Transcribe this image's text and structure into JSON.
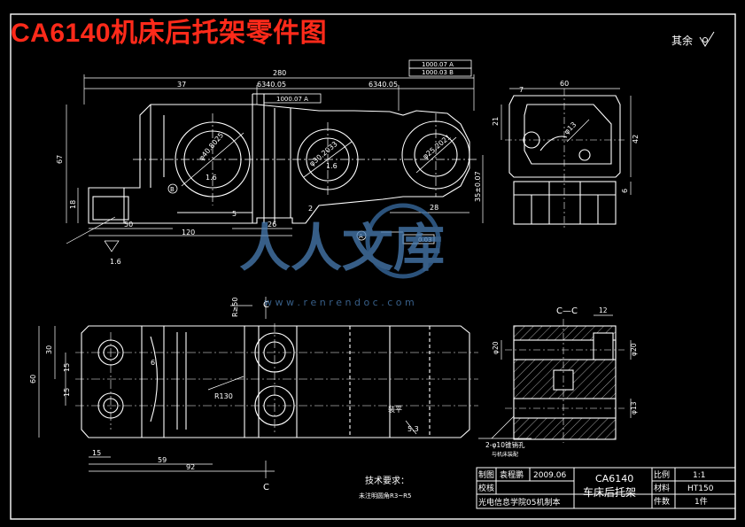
{
  "title": "CA6140机床后托架零件图",
  "roughness_note": "其余",
  "watermark": {
    "main": "人人文库",
    "url": "w w w . r e n r e n d o c . c o m"
  },
  "section_label": "C—C",
  "cut_mark": "C",
  "datum_a": "A",
  "datum_b": "B",
  "dims": {
    "d280": "280",
    "d37": "37",
    "d6340a": "6340.05",
    "d6340b": "6340.05",
    "d67": "67",
    "d18": "18",
    "d50": "50",
    "d120": "120",
    "d26": "26",
    "d5": "5",
    "d28": "28",
    "d35": "35±0.07",
    "d2": "2",
    "d60": "60",
    "d7": "7",
    "d21": "21",
    "d42": "42",
    "d6": "6",
    "d30": "30",
    "d15": "15",
    "d60b": "60",
    "d59": "59",
    "d92": "92",
    "d12": "12",
    "r50": "R≥50",
    "r130": "R130",
    "d53": "5.3",
    "d16": "1.6",
    "phi40": "φ40.8025",
    "phi30": "φ30.2033",
    "phi25": "φ25.2021",
    "phi13": "φ13",
    "phi20": "φ20",
    "phi10": "φ10",
    "hole_note": "2-φ10锥销孔",
    "hole_note2": "与机床装配",
    "tol1": "1000.07 A",
    "tol2": "1000.03 B",
    "tol3": "1000.07 A",
    "flat": "0.03",
    "d_seal": "装平"
  },
  "tech_req": {
    "heading": "技术要求：",
    "line1": "未注明圆角R3~R5"
  },
  "title_block": {
    "drawn_label": "制图",
    "drawn_name": "袁程鹏",
    "drawn_date": "2009.06",
    "check_label": "校核",
    "school": "光电信息学院05机制本",
    "part_code": "CA6140",
    "part_name": "车床后托架",
    "scale_label": "比例",
    "scale_value": "1:1",
    "material_label": "材料",
    "material_value": "HT150",
    "qty_label": "件数",
    "qty_value": "1件"
  }
}
